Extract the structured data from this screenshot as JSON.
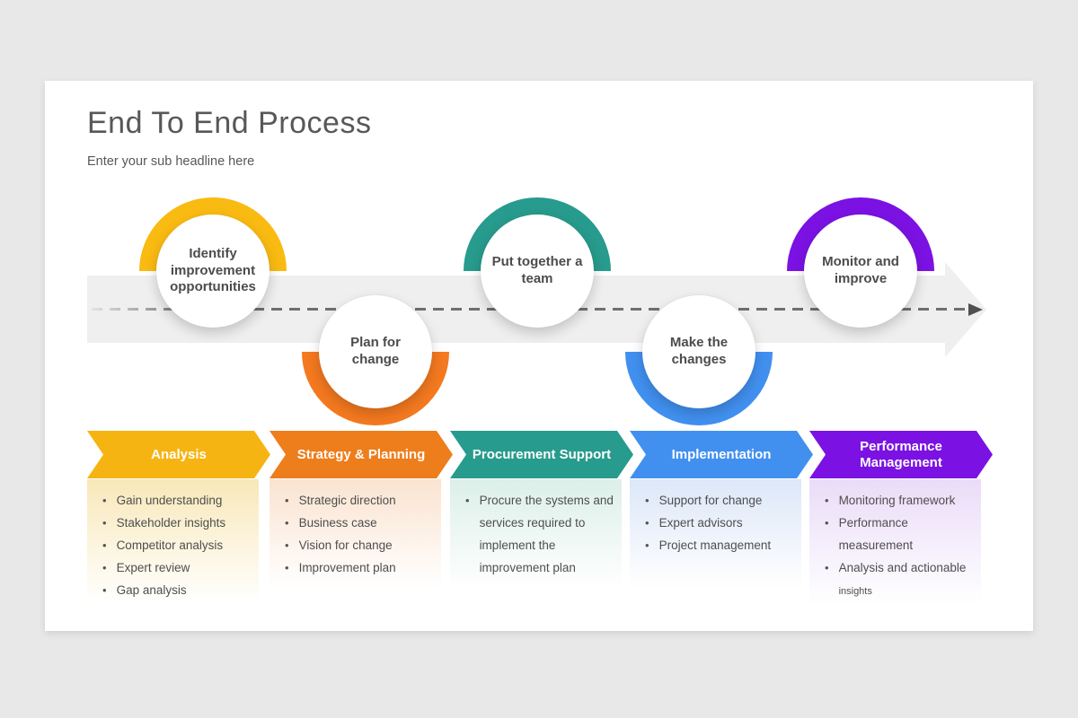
{
  "page": {
    "background": "#e8e8e8",
    "card_background": "#ffffff"
  },
  "header": {
    "title": "End To End Process",
    "subtitle": "Enter your sub headline here"
  },
  "timeline": {
    "band_color": "#efefef",
    "dash_color": "#6f6f6f",
    "dash_arrowhead_color": "#4f4f4f",
    "nodes": [
      {
        "label": "Identify improvement opportunities",
        "color": "#F9BA12",
        "position": "top"
      },
      {
        "label": "Plan for change",
        "color": "#F4791F",
        "position": "bottom"
      },
      {
        "label": "Put together a team",
        "color": "#279B8D",
        "position": "top"
      },
      {
        "label": "Make the changes",
        "color": "#4190F0",
        "position": "bottom"
      },
      {
        "label": "Monitor and improve",
        "color": "#7B12E3",
        "position": "top"
      }
    ]
  },
  "stages": [
    {
      "title": "Analysis",
      "color": "#F6B413",
      "tint": "#F8E8B9",
      "items": [
        "Gain understanding",
        "Stakeholder insights",
        "Competitor analysis",
        "Expert review",
        "Gap analysis"
      ]
    },
    {
      "title": "Strategy & Planning",
      "color": "#EE7D1C",
      "tint": "#FAE3D0",
      "items": [
        "Strategic direction",
        "Business case",
        "Vision for change",
        "Improvement plan"
      ]
    },
    {
      "title": "Procurement Support",
      "color": "#279B8D",
      "tint": "#DCEFE9",
      "items": [
        "Procure the systems and services required to implement the improvement plan"
      ]
    },
    {
      "title": "Implementation",
      "color": "#4190F0",
      "tint": "#DCE7F8",
      "items": [
        "Support for change",
        "Expert advisors",
        "Project management"
      ]
    },
    {
      "title": "Performance Management",
      "color": "#7B12E3",
      "tint": "#EADCF8",
      "items": [
        "Monitoring framework",
        "Performance measurement",
        {
          "text": "Analysis and actionable",
          "small": "insights"
        }
      ]
    }
  ]
}
